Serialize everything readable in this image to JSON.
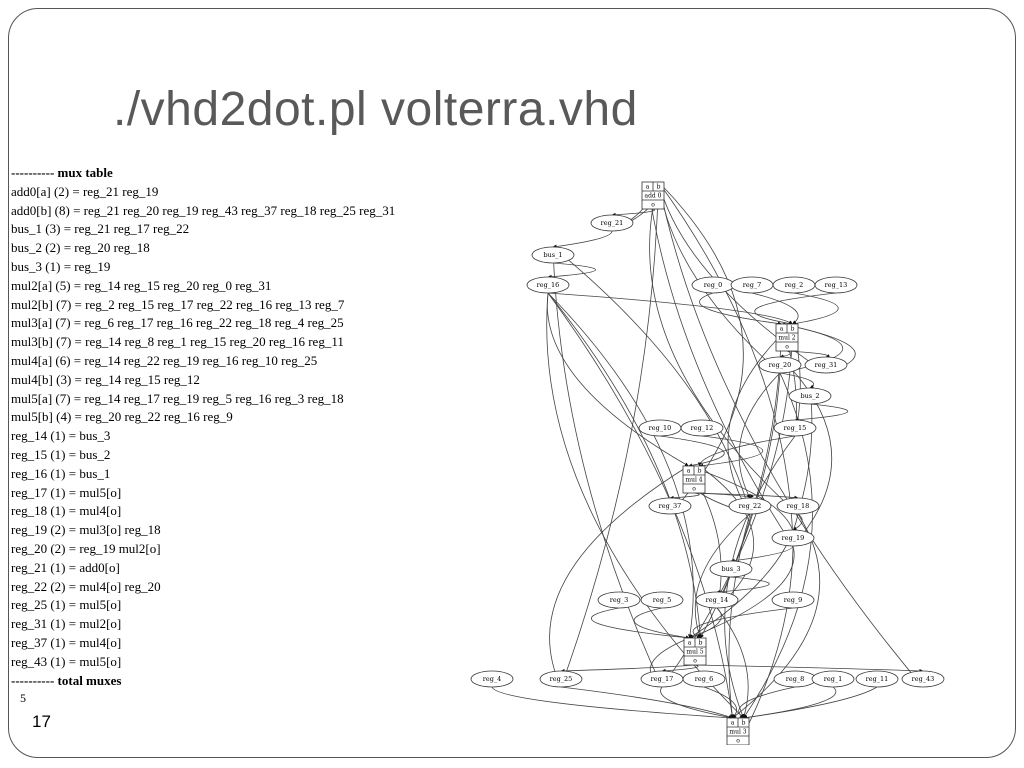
{
  "title": "./vhd2dot.pl volterra.vhd",
  "slide_number": "17",
  "mux": {
    "header": "---------- mux table",
    "lines": [
      "add0[a] (2) = reg_21 reg_19",
      "add0[b] (8) = reg_21 reg_20 reg_19 reg_43 reg_37 reg_18 reg_25 reg_31",
      "bus_1 (3) = reg_21 reg_17 reg_22",
      "bus_2 (2) = reg_20 reg_18",
      "bus_3 (1) = reg_19",
      "mul2[a] (5) = reg_14 reg_15 reg_20 reg_0 reg_31",
      "mul2[b] (7) = reg_2 reg_15 reg_17 reg_22 reg_16 reg_13 reg_7",
      "mul3[a] (7) = reg_6 reg_17 reg_16 reg_22 reg_18 reg_4 reg_25",
      "mul3[b] (7) = reg_14 reg_8 reg_1 reg_15 reg_20 reg_16 reg_11",
      "mul4[a] (6) = reg_14 reg_22 reg_19 reg_16 reg_10 reg_25",
      "mul4[b] (3) = reg_14 reg_15 reg_12",
      "mul5[a] (7) = reg_14 reg_17 reg_19 reg_5 reg_16 reg_3 reg_18",
      "mul5[b] (4) = reg_20 reg_22 reg_16 reg_9",
      "reg_14 (1) = bus_3",
      "reg_15 (1) = bus_2",
      "reg_16 (1) = bus_1",
      "reg_17 (1) = mul5[o]",
      "reg_18 (1) = mul4[o]",
      "reg_19 (2) = mul3[o] reg_18",
      "reg_20 (2) = reg_19 mul2[o]",
      "reg_21 (1) = add0[o]",
      "reg_22 (2) = mul4[o] reg_20",
      "reg_25 (1) = mul5[o]",
      "reg_31 (1) = mul2[o]",
      "reg_37 (1) = mul4[o]",
      "reg_43 (1) = mul5[o]"
    ],
    "footer": "---------- total muxes",
    "total": "5"
  },
  "graph": {
    "ops": [
      {
        "id": "add0",
        "a": "a",
        "b": "b",
        "name": "add 0",
        "o": "o"
      },
      {
        "id": "mul2",
        "a": "a",
        "b": "b",
        "name": "mul 2",
        "o": "o"
      },
      {
        "id": "mul4",
        "a": "a",
        "b": "b",
        "name": "mul 4",
        "o": "o"
      },
      {
        "id": "mul5",
        "a": "a",
        "b": "b",
        "name": "mul 5",
        "o": "o"
      },
      {
        "id": "mul3",
        "a": "a",
        "b": "b",
        "name": "mul 3",
        "o": "o"
      }
    ],
    "regs": [
      "reg_21",
      "bus_1",
      "reg_16",
      "reg_0",
      "reg_7",
      "reg_2",
      "reg_13",
      "reg_20",
      "reg_31",
      "bus_2",
      "reg_10",
      "reg_12",
      "reg_15",
      "reg_37",
      "reg_22",
      "reg_18",
      "reg_19",
      "bus_3",
      "reg_3",
      "reg_5",
      "reg_14",
      "reg_9",
      "reg_4",
      "reg_25",
      "reg_17",
      "reg_6",
      "reg_8",
      "reg_1",
      "reg_11",
      "reg_43"
    ]
  }
}
